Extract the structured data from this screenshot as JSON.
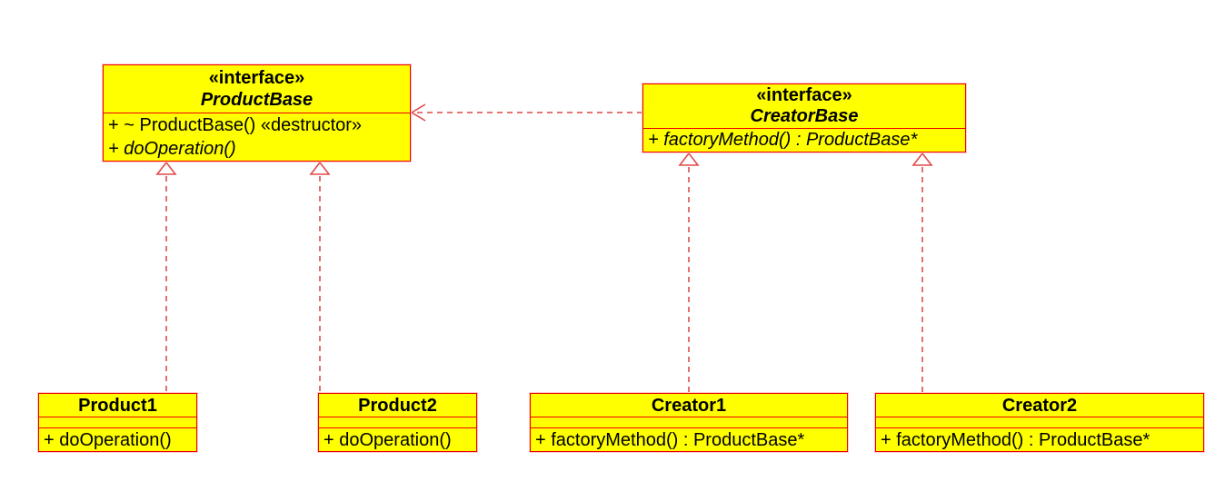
{
  "diagram": {
    "kind": "uml-class-diagram"
  },
  "colors": {
    "class_fill": "#ffff00",
    "class_border": "#ee0000",
    "connector": "#e06262",
    "text": "#000000",
    "background": "#ffffff"
  },
  "classes": {
    "product_base": {
      "stereotype": "«interface»",
      "name": "ProductBase",
      "methods": [
        "+ ~ ProductBase() «destructor»",
        "+ doOperation()"
      ]
    },
    "creator_base": {
      "stereotype": "«interface»",
      "name": "CreatorBase",
      "methods": [
        "+ factoryMethod() : ProductBase*"
      ]
    },
    "product1": {
      "name": "Product1",
      "methods": [
        "+ doOperation()"
      ]
    },
    "product2": {
      "name": "Product2",
      "methods": [
        "+ doOperation()"
      ]
    },
    "creator1": {
      "name": "Creator1",
      "methods": [
        "+ factoryMethod() : ProductBase*"
      ]
    },
    "creator2": {
      "name": "Creator2",
      "methods": [
        "+ factoryMethod() : ProductBase*"
      ]
    }
  },
  "relationships": [
    {
      "type": "realization",
      "from": "Product1",
      "to": "ProductBase",
      "line": "dashed",
      "arrow": "hollow-triangle"
    },
    {
      "type": "realization",
      "from": "Product2",
      "to": "ProductBase",
      "line": "dashed",
      "arrow": "hollow-triangle"
    },
    {
      "type": "realization",
      "from": "Creator1",
      "to": "CreatorBase",
      "line": "dashed",
      "arrow": "hollow-triangle"
    },
    {
      "type": "realization",
      "from": "Creator2",
      "to": "CreatorBase",
      "line": "dashed",
      "arrow": "hollow-triangle"
    },
    {
      "type": "dependency",
      "from": "CreatorBase",
      "to": "ProductBase",
      "line": "dashed",
      "arrow": "open"
    }
  ]
}
